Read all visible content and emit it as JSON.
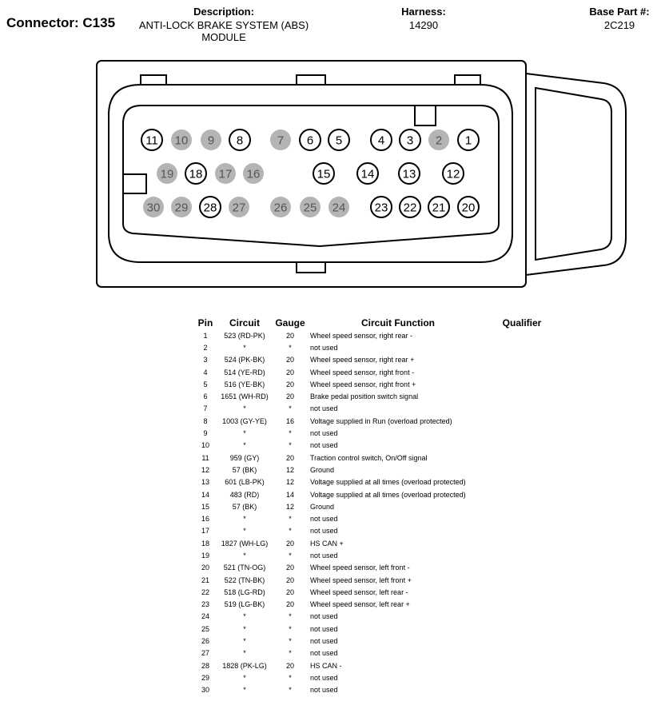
{
  "header": {
    "connector_title": "Connector: C135",
    "description_label": "Description:",
    "description_line1": "ANTI-LOCK BRAKE SYSTEM (ABS)",
    "description_line2": "MODULE",
    "harness_label": "Harness:",
    "harness_value": "14290",
    "base_part_label": "Base Part #:",
    "base_part_value": "2C219"
  },
  "connector": {
    "used_color": "#ffffff",
    "unused_color": "#b4b4b4",
    "pins": [
      {
        "n": "11",
        "used": true
      },
      {
        "n": "10",
        "used": false
      },
      {
        "n": "9",
        "used": false
      },
      {
        "n": "8",
        "used": true
      },
      {
        "n": "7",
        "used": false
      },
      {
        "n": "6",
        "used": true
      },
      {
        "n": "5",
        "used": true
      },
      {
        "n": "4",
        "used": true
      },
      {
        "n": "3",
        "used": true
      },
      {
        "n": "2",
        "used": false
      },
      {
        "n": "1",
        "used": true
      },
      {
        "n": "19",
        "used": false
      },
      {
        "n": "18",
        "used": true
      },
      {
        "n": "17",
        "used": false
      },
      {
        "n": "16",
        "used": false
      },
      {
        "n": "15",
        "used": true
      },
      {
        "n": "14",
        "used": true
      },
      {
        "n": "13",
        "used": true
      },
      {
        "n": "12",
        "used": true
      },
      {
        "n": "30",
        "used": false
      },
      {
        "n": "29",
        "used": false
      },
      {
        "n": "28",
        "used": true
      },
      {
        "n": "27",
        "used": false
      },
      {
        "n": "26",
        "used": false
      },
      {
        "n": "25",
        "used": false
      },
      {
        "n": "24",
        "used": false
      },
      {
        "n": "23",
        "used": true
      },
      {
        "n": "22",
        "used": true
      },
      {
        "n": "21",
        "used": true
      },
      {
        "n": "20",
        "used": true
      }
    ]
  },
  "table": {
    "headers": {
      "pin": "Pin",
      "circuit": "Circuit",
      "gauge": "Gauge",
      "function": "Circuit Function",
      "qualifier": "Qualifier"
    },
    "rows": [
      {
        "pin": "1",
        "circuit": "523 (RD-PK)",
        "gauge": "20",
        "function": "Wheel speed sensor, right rear -"
      },
      {
        "pin": "2",
        "circuit": "*",
        "gauge": "*",
        "function": "not used"
      },
      {
        "pin": "3",
        "circuit": "524 (PK-BK)",
        "gauge": "20",
        "function": "Wheel speed sensor, right rear +"
      },
      {
        "pin": "4",
        "circuit": "514 (YE-RD)",
        "gauge": "20",
        "function": "Wheel speed sensor, right front -"
      },
      {
        "pin": "5",
        "circuit": "516 (YE-BK)",
        "gauge": "20",
        "function": "Wheel speed sensor, right front +"
      },
      {
        "pin": "6",
        "circuit": "1651 (WH-RD)",
        "gauge": "20",
        "function": "Brake pedal position switch signal"
      },
      {
        "pin": "7",
        "circuit": "*",
        "gauge": "*",
        "function": "not used"
      },
      {
        "pin": "8",
        "circuit": "1003 (GY-YE)",
        "gauge": "16",
        "function": "Voltage supplied in Run (overload protected)"
      },
      {
        "pin": "9",
        "circuit": "*",
        "gauge": "*",
        "function": "not used"
      },
      {
        "pin": "10",
        "circuit": "*",
        "gauge": "*",
        "function": "not used"
      },
      {
        "pin": "11",
        "circuit": "959 (GY)",
        "gauge": "20",
        "function": "Traction control switch, On/Off signal"
      },
      {
        "pin": "12",
        "circuit": "57 (BK)",
        "gauge": "12",
        "function": "Ground"
      },
      {
        "pin": "13",
        "circuit": "601 (LB-PK)",
        "gauge": "12",
        "function": "Voltage supplied at all times (overload protected)"
      },
      {
        "pin": "14",
        "circuit": "483 (RD)",
        "gauge": "14",
        "function": "Voltage supplied at all times (overload protected)"
      },
      {
        "pin": "15",
        "circuit": "57 (BK)",
        "gauge": "12",
        "function": "Ground"
      },
      {
        "pin": "16",
        "circuit": "*",
        "gauge": "*",
        "function": "not used"
      },
      {
        "pin": "17",
        "circuit": "*",
        "gauge": "*",
        "function": "not used"
      },
      {
        "pin": "18",
        "circuit": "1827 (WH-LG)",
        "gauge": "20",
        "function": "HS CAN +"
      },
      {
        "pin": "19",
        "circuit": "*",
        "gauge": "*",
        "function": "not used"
      },
      {
        "pin": "20",
        "circuit": "521 (TN-OG)",
        "gauge": "20",
        "function": "Wheel speed sensor, left front -"
      },
      {
        "pin": "21",
        "circuit": "522 (TN-BK)",
        "gauge": "20",
        "function": "Wheel speed sensor, left front +"
      },
      {
        "pin": "22",
        "circuit": "518 (LG-RD)",
        "gauge": "20",
        "function": "Wheel speed sensor, left rear -"
      },
      {
        "pin": "23",
        "circuit": "519 (LG-BK)",
        "gauge": "20",
        "function": "Wheel speed sensor, left rear +"
      },
      {
        "pin": "24",
        "circuit": "*",
        "gauge": "*",
        "function": "not used"
      },
      {
        "pin": "25",
        "circuit": "*",
        "gauge": "*",
        "function": "not used"
      },
      {
        "pin": "26",
        "circuit": "*",
        "gauge": "*",
        "function": "not used"
      },
      {
        "pin": "27",
        "circuit": "*",
        "gauge": "*",
        "function": "not used"
      },
      {
        "pin": "28",
        "circuit": "1828 (PK-LG)",
        "gauge": "20",
        "function": "HS CAN -"
      },
      {
        "pin": "29",
        "circuit": "*",
        "gauge": "*",
        "function": "not used"
      },
      {
        "pin": "30",
        "circuit": "*",
        "gauge": "*",
        "function": "not used"
      }
    ]
  }
}
